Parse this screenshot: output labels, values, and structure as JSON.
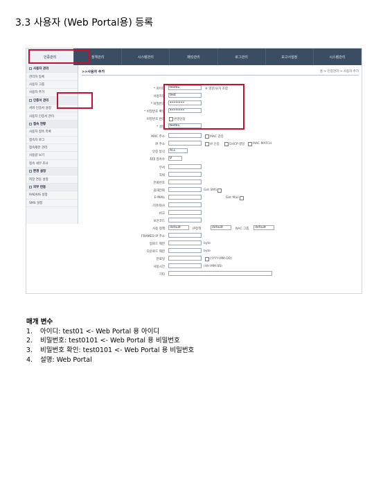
{
  "heading": "3.3 사용자 (Web Portal용) 등록",
  "screenshot": {
    "tabs": [
      "인증관리",
      "정책관리",
      "시스템관리",
      "패킷관리",
      "로그관리",
      "보고서설정",
      "시스템관리"
    ],
    "sidebar": [
      {
        "label": "사용자 관리",
        "section": true
      },
      {
        "label": "관리자 등록",
        "section": false
      },
      {
        "label": "사용자 그룹",
        "section": false
      },
      {
        "label": "사용자 추가",
        "section": false
      },
      {
        "label": "인증서 관리",
        "section": true
      },
      {
        "label": "서버 인증서 설정",
        "section": false
      },
      {
        "label": "사용자 인증서 관리",
        "section": false
      },
      {
        "label": "접속 현황",
        "section": true
      },
      {
        "label": "사용자 접속 목록",
        "section": false
      },
      {
        "label": "접속자 로그",
        "section": false
      },
      {
        "label": "접속제한 관리",
        "section": false
      },
      {
        "label": "사용량 보기",
        "section": false
      },
      {
        "label": "접속 세부 조사",
        "section": false
      },
      {
        "label": "환경 설정",
        "section": true
      },
      {
        "label": "저장 연동 설정",
        "section": false
      },
      {
        "label": "외부 연동",
        "section": true
      },
      {
        "label": "RADIUS 설정",
        "section": false
      },
      {
        "label": "SMS 설정",
        "section": false
      }
    ],
    "page_title": ">>사용자 추가",
    "breadcrumb": "홈 > 인증관리 > 사용자 추가",
    "fields": {
      "user_id_label": "* 아이디",
      "user_id_value": "test01",
      "user_id_note": "※ 영문/숫자 조합",
      "name_label": "사용자명",
      "name_value": "test",
      "password_label": "* 비밀번호",
      "password_value": "••••••••",
      "password_confirm_label": "* 비밀번호 확인",
      "password_confirm_value": "••••••••",
      "password_change_label": "비밀번호 변경",
      "password_change_option": "변경안함",
      "description_label": "* 설명",
      "description_value": "test01",
      "mac_label": "MAC 주소",
      "mac_check": "MAC 검증",
      "ip_label": "IP 주소",
      "ip_check_1": "IP 인증",
      "ip_check_2": "DHCP 할당",
      "ip_check_3": "MAC MATCH",
      "auth_type_label": "인증 방식",
      "auth_type_value": "ALL",
      "max_sessions_label": "최대 접속수",
      "max_sessions_value": "0",
      "dept_label": "부서",
      "position_label": "직위",
      "phone_label": "전화번호",
      "mobile_label": "휴대전화",
      "sms_check": "Get SMS",
      "email_label": "E-MAIL",
      "mail_check": "Get Mail",
      "org_label": "기관/회사",
      "note_label": "비고",
      "sec_code_label": "보안코드",
      "policy_label": "사용 정책",
      "policy_value": "default",
      "ip_policy_label": "IP정책",
      "ip_policy_value": "default",
      "nac_label": "NAC 그룹",
      "nac_value": "default",
      "framed_ip_label": "FRAMED IP 주소",
      "upload_label": "업로드 제한",
      "upload_unit": "byte",
      "download_label": "다운로드 제한",
      "download_unit": "byte",
      "expire_label": "만료일",
      "expire_note": "(YYYY-MM-DD)",
      "time_label": "사용시간",
      "time_note": "(HH:MM:SS)",
      "etc_label": "기타"
    }
  },
  "params": {
    "title": "매개 변수",
    "items": [
      {
        "num": "1.",
        "text": "아이디: test01 <- Web Portal 용 아이디"
      },
      {
        "num": "2.",
        "text": "비밀번호: test0101 <- Web Portal 용 비밀번호"
      },
      {
        "num": "3.",
        "text": "비밀번호 확인: test0101 <- Web Portal 용 비밀번호"
      },
      {
        "num": "4.",
        "text": "설명: Web Portal"
      }
    ]
  }
}
